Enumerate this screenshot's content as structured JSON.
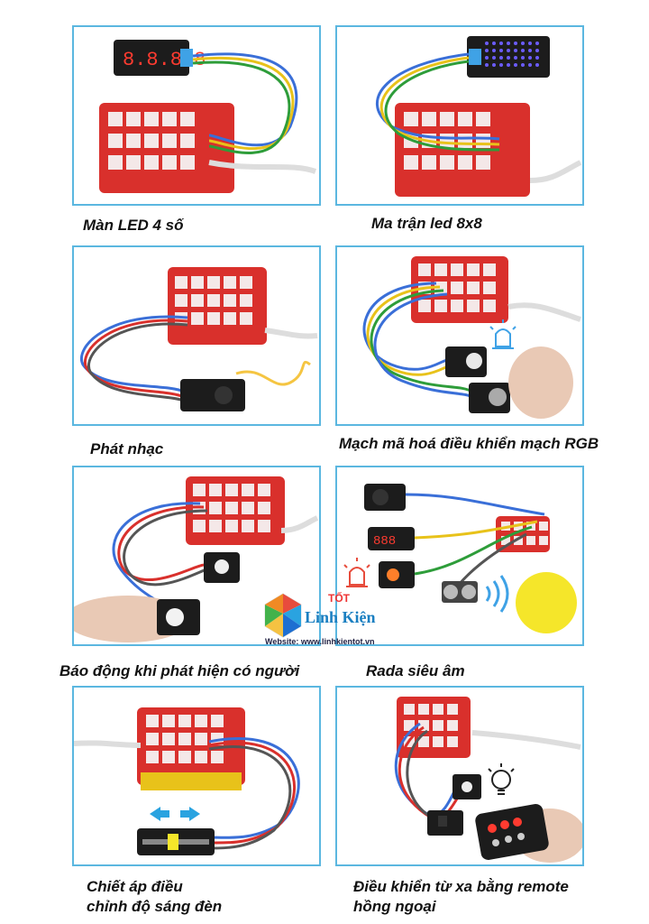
{
  "captions": {
    "p1": "Màn LED 4 số",
    "p2": "Ma trận led 8x8",
    "p3": "Phát nhạc",
    "p4": "Mạch mã hoá điều khiển mạch RGB",
    "p5": "Báo động khi phát hiện có người",
    "p6": "Rada siêu âm",
    "p7_line1": "Chiết áp điều",
    "p7_line2": "chỉnh độ sáng đèn",
    "p8_line1": "Điều khiển từ xa bằng remote",
    "p8_line2": "hồng ngoại"
  },
  "logo": {
    "tot": "TỐT",
    "brand": "Linh Kiện",
    "website": "Website: www.linhkientot.vn"
  },
  "display_digits": "8.8.8.8",
  "colors": {
    "border": "#5bb7e0",
    "board_red": "#d9302c",
    "wire_blue": "#3a6fd8",
    "wire_yellow": "#e8c21a",
    "wire_green": "#2e9d3a",
    "module_black": "#1c1c1c"
  }
}
